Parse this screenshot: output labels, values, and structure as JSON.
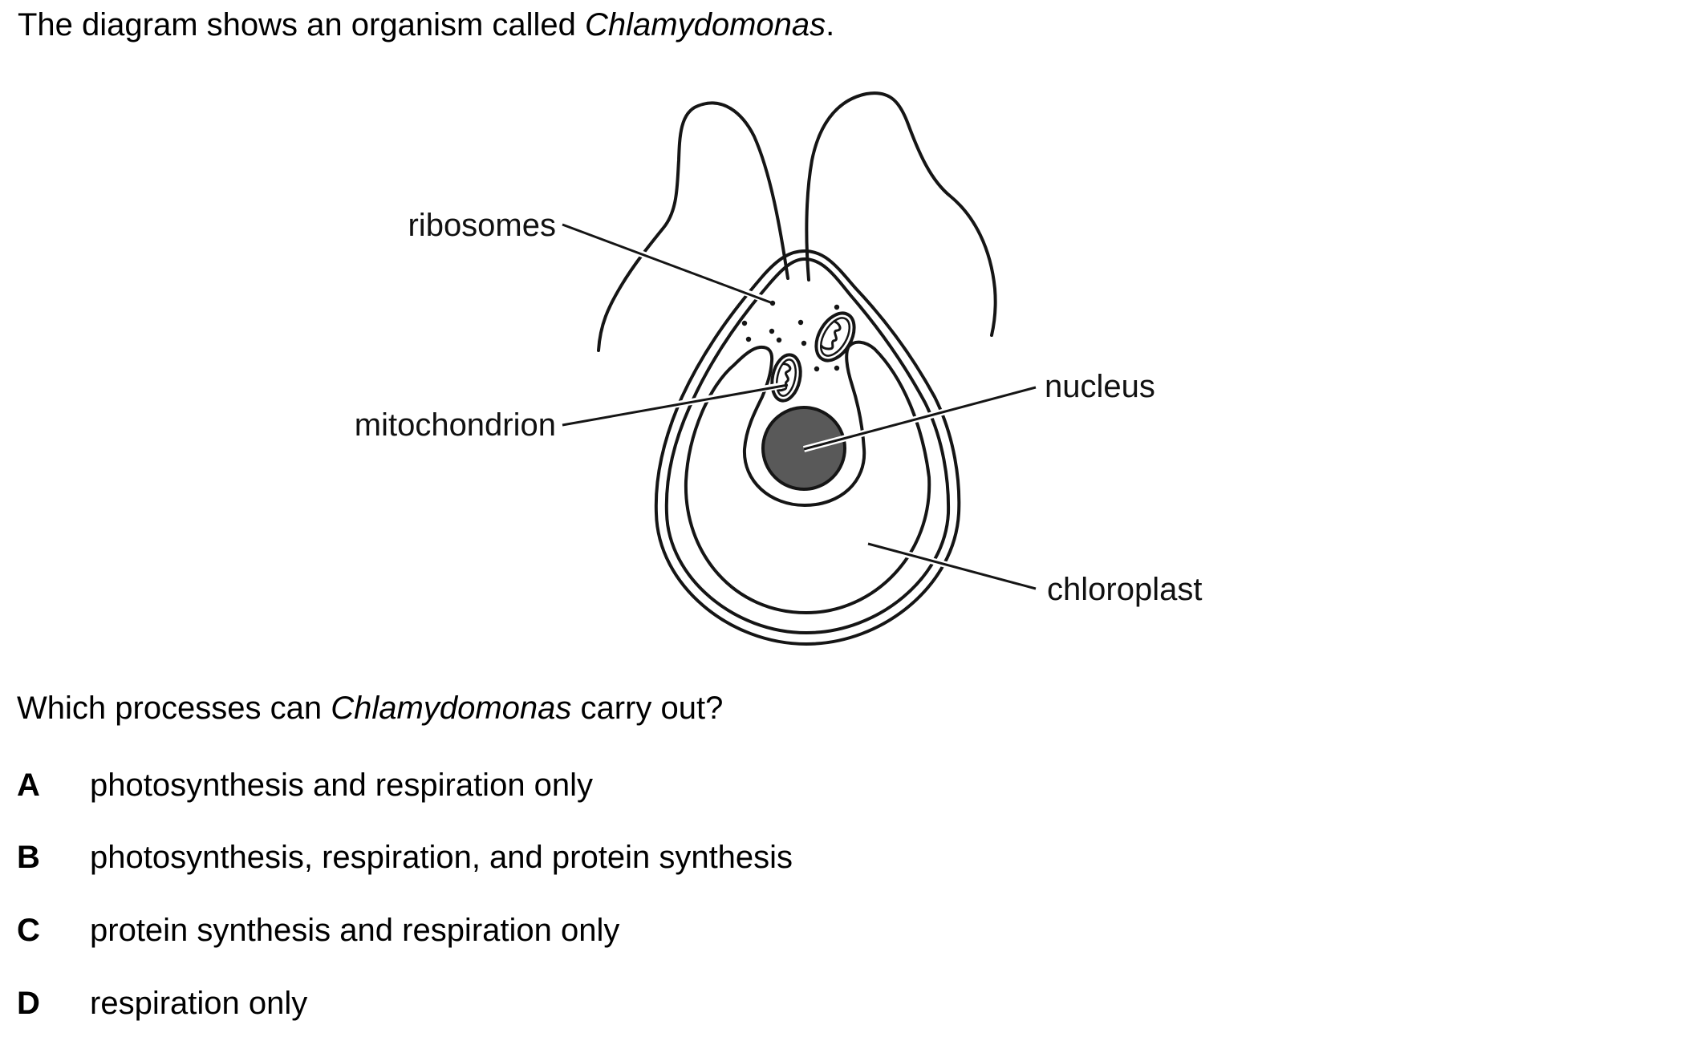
{
  "intro": {
    "before": "The diagram shows an organism called ",
    "organism": "Chlamydomonas",
    "after": "."
  },
  "diagram": {
    "labels": {
      "ribosomes": "ribosomes",
      "mitochondrion": "mitochondrion",
      "nucleus": "nucleus",
      "chloroplast": "chloroplast"
    },
    "colors": {
      "outline": "#151515",
      "nucleus_fill": "#595959",
      "background": "#ffffff"
    }
  },
  "question": {
    "before": "Which processes can ",
    "organism": "Chlamydomonas",
    "after": " carry out?"
  },
  "options": [
    {
      "letter": "A",
      "text": "photosynthesis and respiration only"
    },
    {
      "letter": "B",
      "text": "photosynthesis, respiration, and protein synthesis"
    },
    {
      "letter": "C",
      "text": "protein synthesis and respiration only"
    },
    {
      "letter": "D",
      "text": "respiration only"
    }
  ]
}
